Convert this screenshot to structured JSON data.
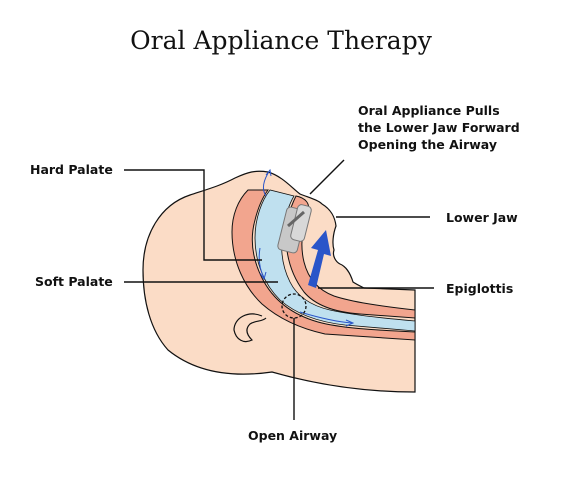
{
  "title": "Oral Appliance Therapy",
  "labels": {
    "hard_palate": "Hard Palate",
    "soft_palate": "Soft Palate",
    "appliance": "Oral Appliance Pulls\nthe Lower Jaw Forward\nOpening the Airway",
    "lower_jaw": "Lower Jaw",
    "epiglottis": "Epiglottis",
    "open_airway": "Open Airway"
  },
  "colors": {
    "skin": "#fbdcc6",
    "tissue": "#f2a58e",
    "airway": "#bfe0ef",
    "arrow": "#2a55c9",
    "outline": "#111111"
  }
}
